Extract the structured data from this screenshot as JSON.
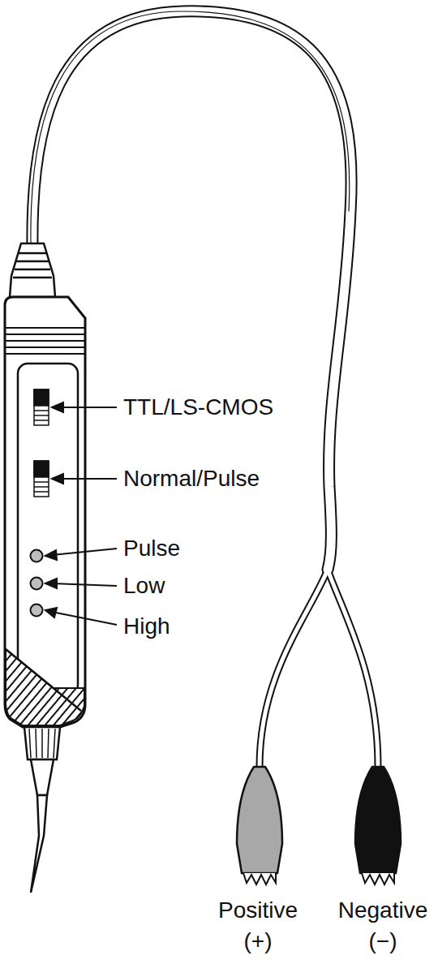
{
  "diagram": {
    "labels": [
      "TTL/LS-CMOS",
      "Normal/Pulse",
      "Pulse",
      "Low",
      "High",
      "Positive",
      "(+)",
      "Negative",
      "(−)"
    ]
  }
}
